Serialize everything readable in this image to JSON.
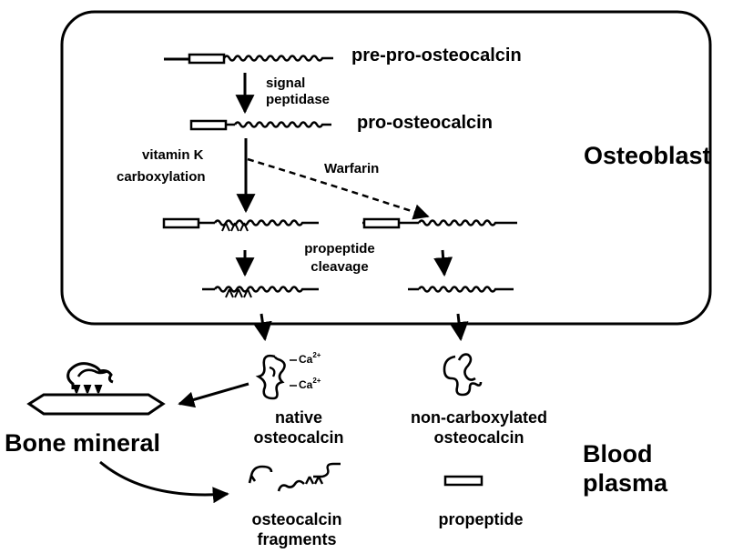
{
  "labels": {
    "pre_pro_osteocalcin": "pre-pro-osteocalcin",
    "signal_peptidase_line1": "signal",
    "signal_peptidase_line2": "peptidase",
    "pro_osteocalcin": "pro-osteocalcin",
    "vitamin_k_line1": "vitamin K",
    "vitamin_k_line2": "carboxylation",
    "warfarin": "Warfarin",
    "osteoblast": "Osteoblast",
    "propeptide_cleavage_line1": "propeptide",
    "propeptide_cleavage_line2": "cleavage",
    "ca_label": "Ca",
    "ca_charge": "2+",
    "native_osteocalcin_line1": "native",
    "native_osteocalcin_line2": "osteocalcin",
    "non_carboxylated_line1": "non-carboxylated",
    "non_carboxylated_line2": "osteocalcin",
    "bone_mineral": "Bone mineral",
    "blood_plasma_line1": "Blood",
    "blood_plasma_line2": "plasma",
    "osteocalcin_fragments_line1": "osteocalcin",
    "osteocalcin_fragments_line2": "fragments",
    "propeptide": "propeptide"
  }
}
